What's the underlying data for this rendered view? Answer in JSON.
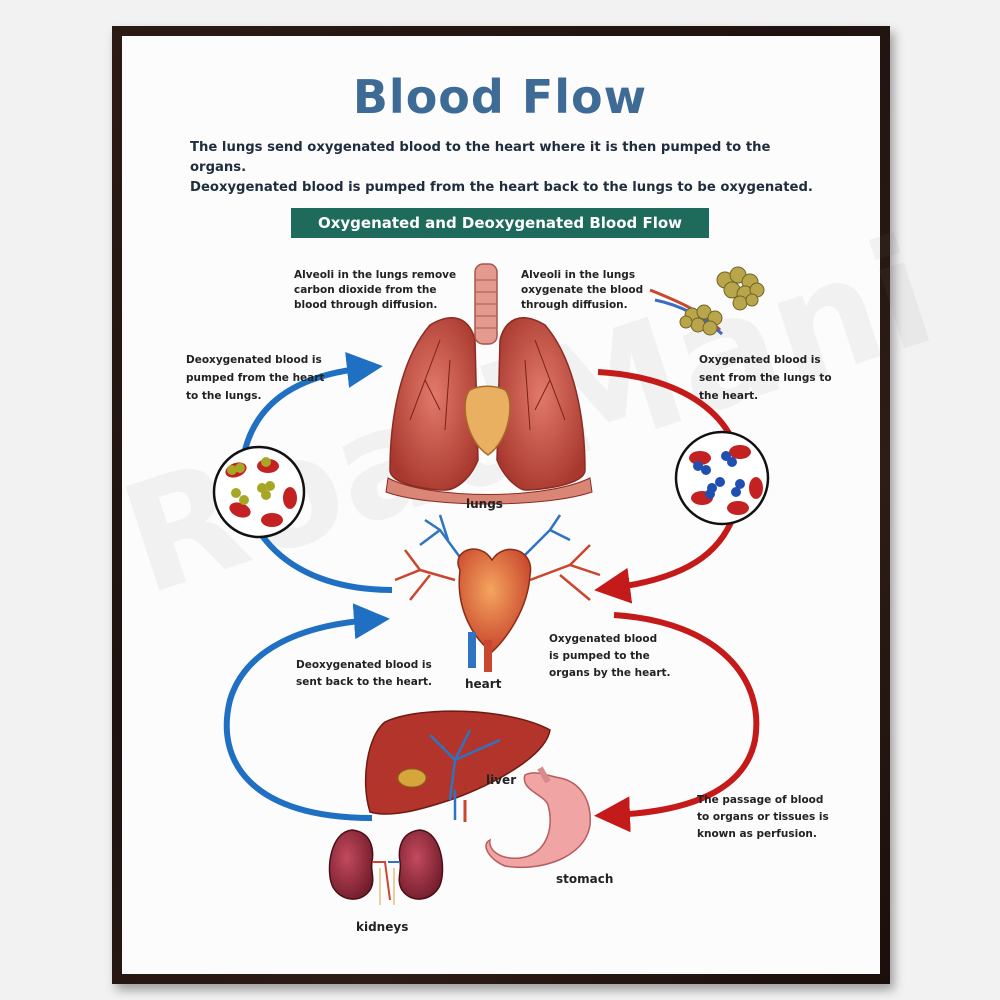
{
  "title": "Blood Flow",
  "intro": {
    "line1": "The lungs send oxygenated blood to the heart where it is then pumped to the organs.",
    "line2": "Deoxygenated blood is pumped from the heart back to the lungs to be oxygenated."
  },
  "banner": "Oxygenated and Deoxygenated Blood Flow",
  "watermark": "RoadMani",
  "notes": {
    "alveoli_remove": [
      "Alveoli in the lungs remove",
      "carbon dioxide from the",
      "blood through diffusion."
    ],
    "alveoli_oxygenate": [
      "Alveoli in the lungs",
      "oxygenate the blood",
      "through diffusion."
    ],
    "deoxy_to_lungs": [
      "Deoxygenated blood is",
      "pumped from the heart",
      "to the lungs."
    ],
    "oxy_to_heart": [
      "Oxygenated blood is",
      "sent from the lungs to",
      "the heart."
    ],
    "oxy_to_organs": [
      "Oxygenated blood",
      "is pumped to the",
      "organs by the heart."
    ],
    "deoxy_back": [
      "Deoxygenated blood is",
      "sent back to the heart."
    ],
    "perfusion": [
      "The passage of blood",
      "to organs or tissues is",
      "known as perfusion."
    ]
  },
  "organs": {
    "lungs": "lungs",
    "heart": "heart",
    "liver": "liver",
    "stomach": "stomach",
    "kidneys": "kidneys"
  },
  "colors": {
    "title": "#3d6b95",
    "banner": "#1e6b5c",
    "deoxygenated_arrow": "#1f6fc2",
    "oxygenated_arrow": "#c41a1a"
  },
  "icons": {
    "lungs": "lungs-illustration",
    "heart": "heart-illustration",
    "liver": "liver-illustration",
    "stomach": "stomach-illustration",
    "kidneys": "kidneys-illustration",
    "alveoli": "alveoli-illustration"
  }
}
